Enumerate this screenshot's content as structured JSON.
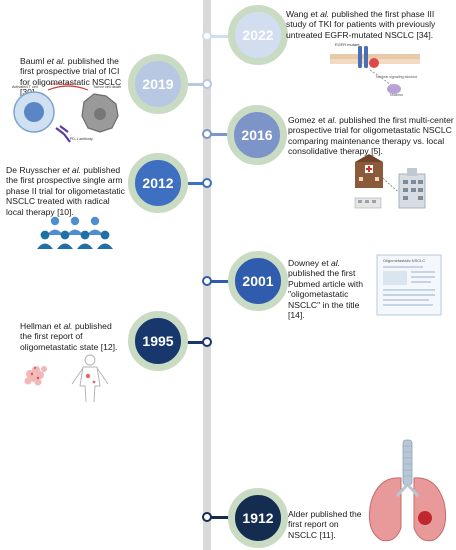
{
  "events": [
    {
      "id": "e2022",
      "year": "2022",
      "author": "Wang et",
      "etal": "al.",
      "text": "published the first phase III study of TKI for patients with previously untreated EGFR-mutated NSCLC [34].",
      "color": "#d2def0",
      "side": "right",
      "icon": "egfr-receptor-illustration",
      "labels": {
        "receptor": "EGFR mutant",
        "pathway": "Nuclear signaling blocked",
        "target": "Nucleus"
      }
    },
    {
      "id": "e2019",
      "year": "2019",
      "author": "Bauml",
      "etal": "et al.",
      "text": "published the first prospective trial of ICI for oligometastatic NSCLC [30].",
      "color": "#b9c8e2",
      "side": "left",
      "icon": "immune-checkpoint-illustration",
      "labels": {
        "tcell": "Activated T cell",
        "activation": "Immune attack",
        "death": "Tumor cell death",
        "antibody": "PD-1 antibody"
      }
    },
    {
      "id": "e2016",
      "year": "2016",
      "author": "Gomez et",
      "etal": "al.",
      "text": "published the first multi-center prospective trial for oligometastatic NSCLC comparing maintenance therapy vs. local consolidative therapy [5].",
      "color": "#7d94c8",
      "side": "right",
      "icon": "hospital-buildings-illustration"
    },
    {
      "id": "e2012",
      "year": "2012",
      "author": "De Ruysscher",
      "etal": "et al.",
      "text": "published the first prospective single arm phase II trial for oligometastatic NSCLC treated with radical local therapy [10].",
      "color": "#3f6fc0",
      "side": "left",
      "icon": "patient-group-illustration"
    },
    {
      "id": "e2001",
      "year": "2001",
      "author": "Downey et",
      "etal": "al.",
      "text": "published the first Pubmed article with \"oligometastatic NSCLC\" in the title [14].",
      "color": "#2f5cad",
      "side": "right",
      "icon": "document-illustration",
      "labels": {
        "doc_title": "Oligometastatic NSCLC"
      }
    },
    {
      "id": "e1995",
      "year": "1995",
      "author": "Hellman et",
      "etal": "al.",
      "text": "published the first report of oligometastatic state [12].",
      "color": "#18386d",
      "side": "left",
      "icon": "human-body-illustration"
    },
    {
      "id": "e1912",
      "year": "1912",
      "author": "Alder",
      "etal": "",
      "text": "published the first report on NSCLC [11].",
      "color": "#142c50",
      "side": "right",
      "icon": "lungs-illustration"
    }
  ],
  "colors": {
    "spine": "#d9d9d9",
    "badge_ring": "#c9dcc3"
  }
}
